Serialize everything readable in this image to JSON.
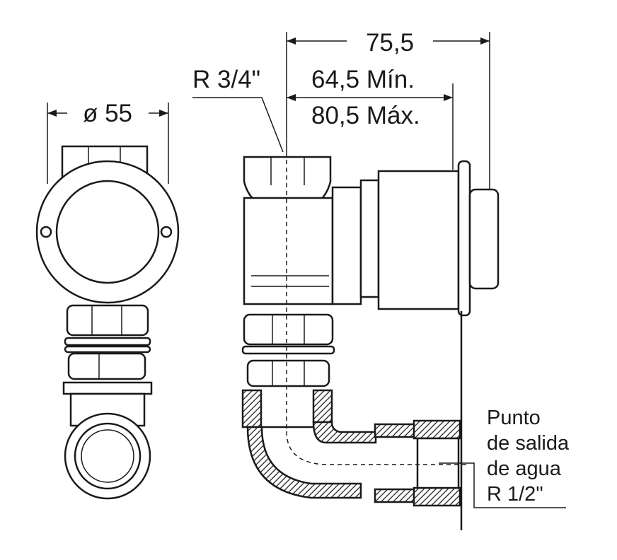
{
  "dimensions": {
    "overall_depth": "75,5",
    "inlet_thread": "R 3/4\"",
    "min_depth": "64,5 Mín.",
    "max_depth": "80,5 Máx.",
    "diameter": "ø 55"
  },
  "outlet_note": {
    "lines": [
      "Punto",
      "de salida",
      "de agua",
      "R 1/2\""
    ]
  }
}
